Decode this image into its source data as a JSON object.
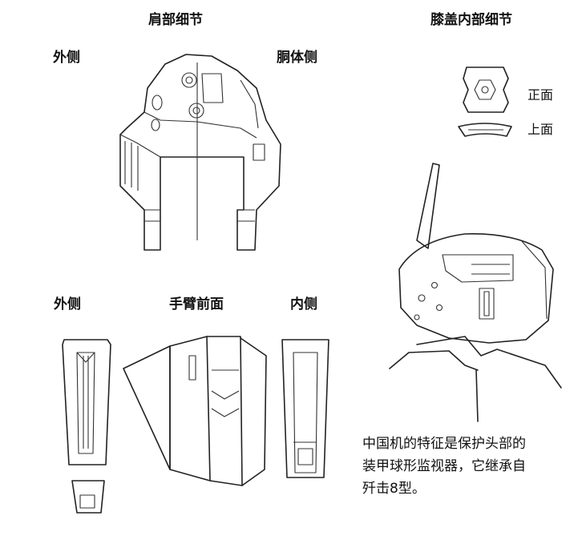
{
  "shoulder": {
    "title": "肩部细节",
    "outer": "外侧",
    "body_side": "胴体侧"
  },
  "knee": {
    "title": "膝盖内部细节",
    "front": "正面",
    "top": "上面"
  },
  "forearm": {
    "outer": "外侧",
    "title": "手臂前面",
    "inner": "内侧"
  },
  "note": {
    "line1": "中国机的特征是保护头部的",
    "line2": "装甲球形监视器，它继承自",
    "line3": "歼击8型。"
  }
}
